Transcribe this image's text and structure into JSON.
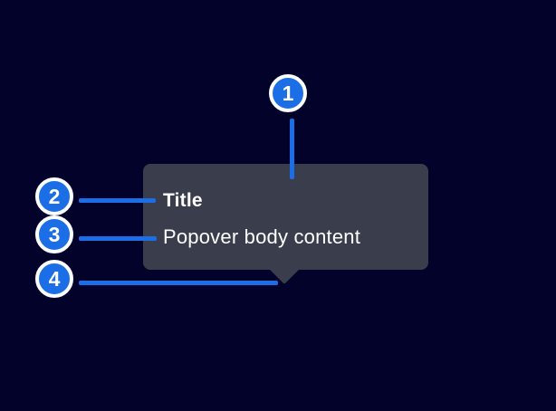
{
  "popover": {
    "title": "Title",
    "body": "Popover body content"
  },
  "callouts": [
    {
      "number": "1",
      "target": "popover-container"
    },
    {
      "number": "2",
      "target": "popover-title"
    },
    {
      "number": "3",
      "target": "popover-body"
    },
    {
      "number": "4",
      "target": "popover-arrow"
    }
  ],
  "colors": {
    "background": "#02022a",
    "popover_background": "#3a3d4c",
    "accent_blue": "#1b6ee6",
    "text": "#ffffff",
    "badge_ring": "#ffffff"
  }
}
